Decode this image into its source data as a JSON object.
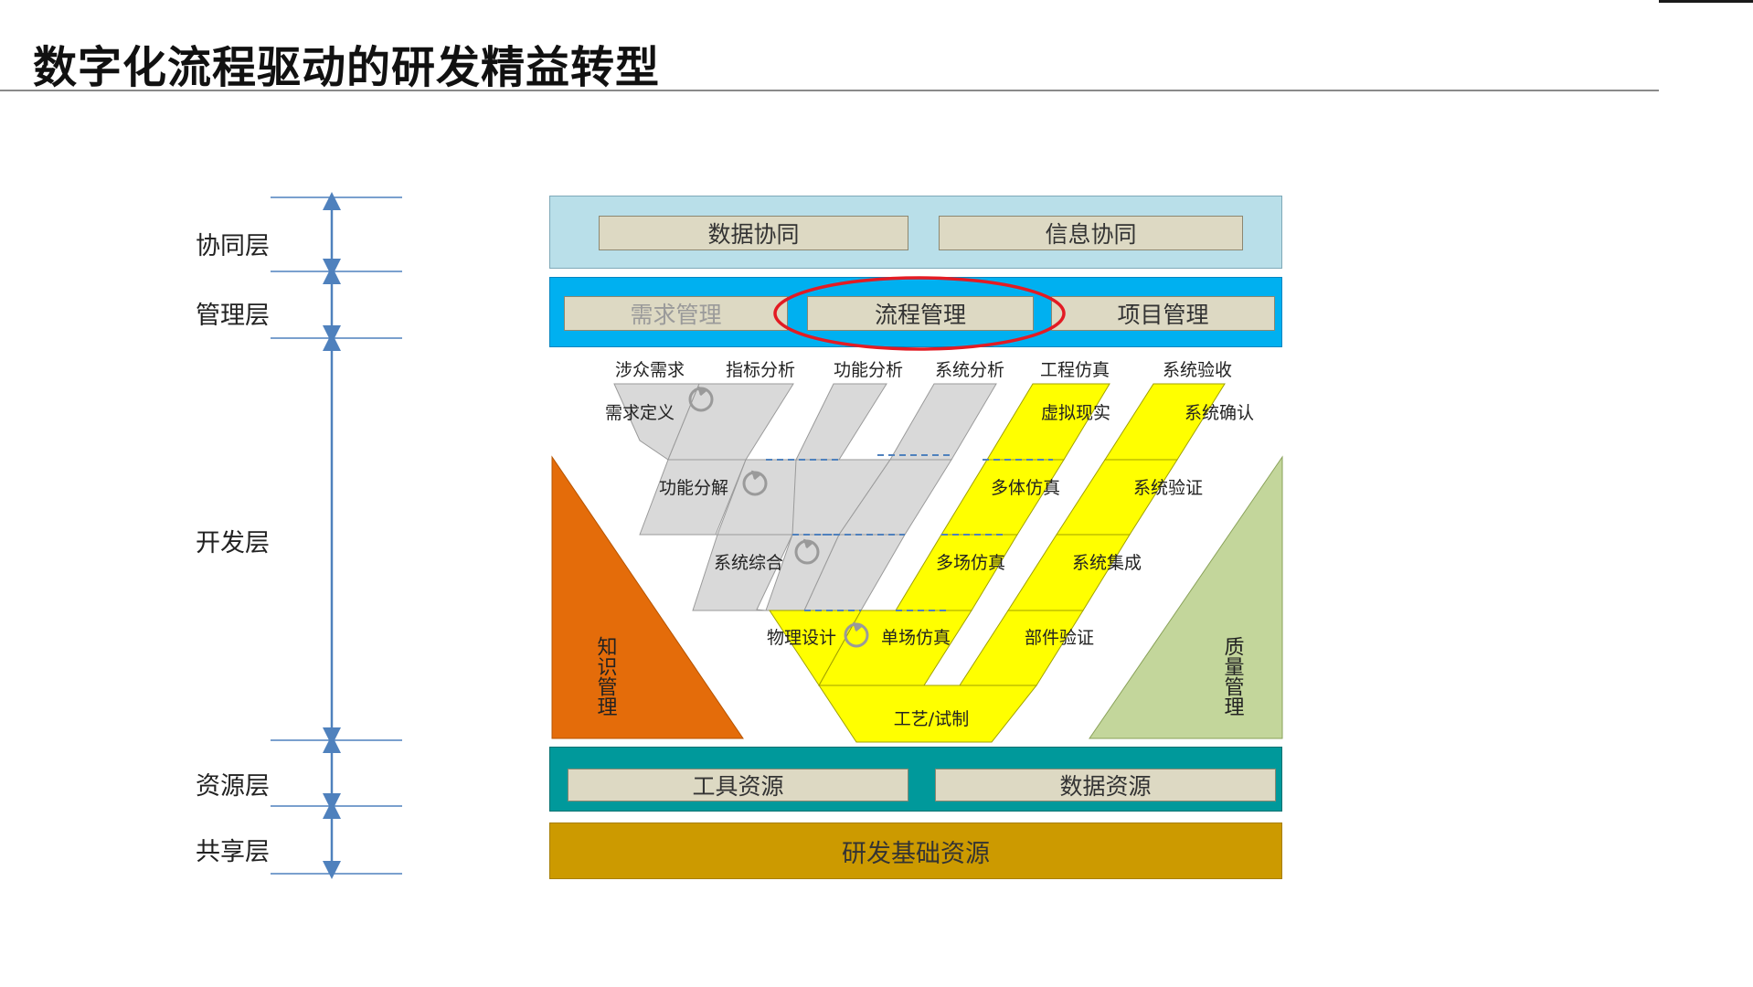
{
  "title": "数字化流程驱动的研发精益转型",
  "layers": {
    "collab": "协同层",
    "mgmt": "管理层",
    "dev": "开发层",
    "resource": "资源层",
    "shared": "共享层"
  },
  "collab_boxes": {
    "data": "数据协同",
    "info": "信息协同"
  },
  "mgmt_boxes": {
    "req": "需求管理",
    "process": "流程管理",
    "project": "项目管理"
  },
  "resource_boxes": {
    "tool": "工具资源",
    "data": "数据资源"
  },
  "shared_label": "研发基础资源",
  "v_headers": {
    "h1": "涉众需求",
    "h2": "指标分析",
    "h3": "功能分析",
    "h4": "系统分析",
    "h5": "工程仿真",
    "h6": "系统验收"
  },
  "v_left": {
    "req_def": "需求定义",
    "func_decomp": "功能分解",
    "sys_synth": "系统综合",
    "phys_design": "物理设计"
  },
  "v_sim": {
    "virtual": "虚拟现实",
    "multibody": "多体仿真",
    "multifield": "多场仿真",
    "singlefield": "单场仿真"
  },
  "v_right": {
    "sys_confirm": "系统确认",
    "sys_verify": "系统验证",
    "sys_integ": "系统集成",
    "part_verify": "部件验证"
  },
  "v_bottom": "工艺/试制",
  "knowledge": "知识管理",
  "quality": "质量管理",
  "colors": {
    "orange": "#e46c0a",
    "green": "#c3d69b",
    "yellow": "#ffff00",
    "gray": "#d9d9d9",
    "highlight_ellipse": "#e31b23",
    "axis_blue": "#4f81bd"
  }
}
